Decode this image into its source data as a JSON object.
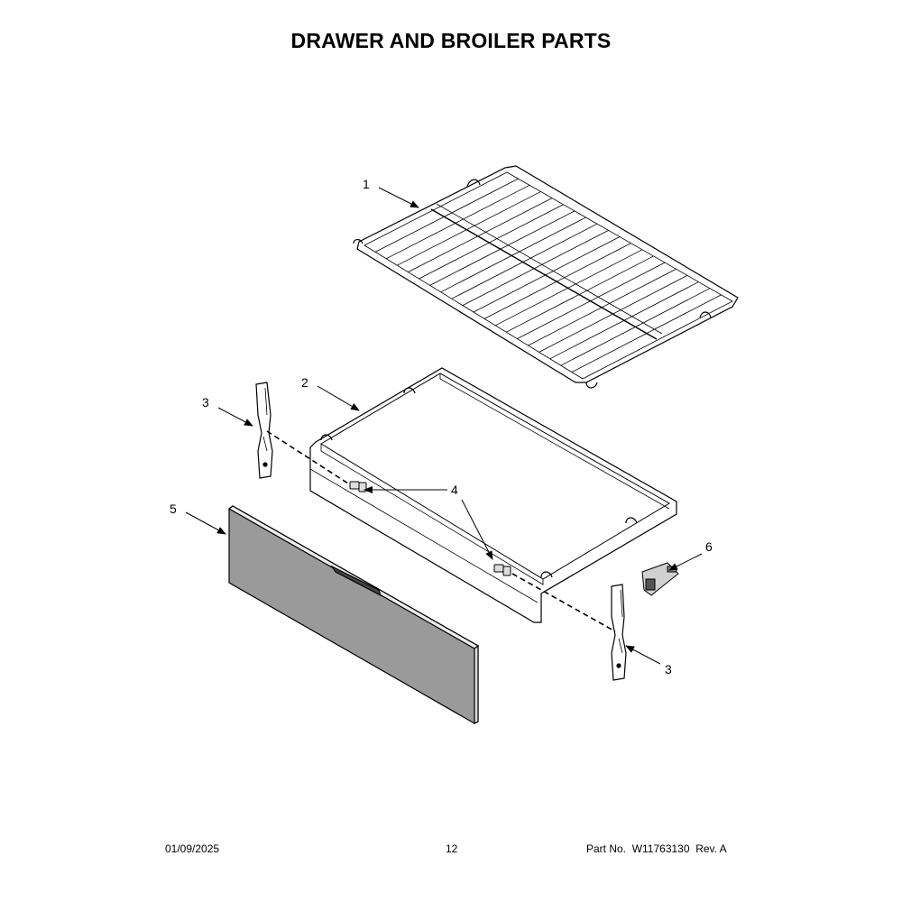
{
  "title": "DRAWER AND BROILER PARTS",
  "callouts": {
    "c1": "1",
    "c2": "2",
    "c3_left": "3",
    "c3_right": "3",
    "c4": "4",
    "c5": "5",
    "c6": "6"
  },
  "footer": {
    "date": "01/09/2025",
    "page": "12",
    "part_label": "Part No.",
    "part_number": "W11763130",
    "rev_label": "Rev.",
    "rev": "A"
  },
  "colors": {
    "line": "#000000",
    "gray_fill": "#9a9a9a",
    "light_fill": "#eeeeee"
  }
}
